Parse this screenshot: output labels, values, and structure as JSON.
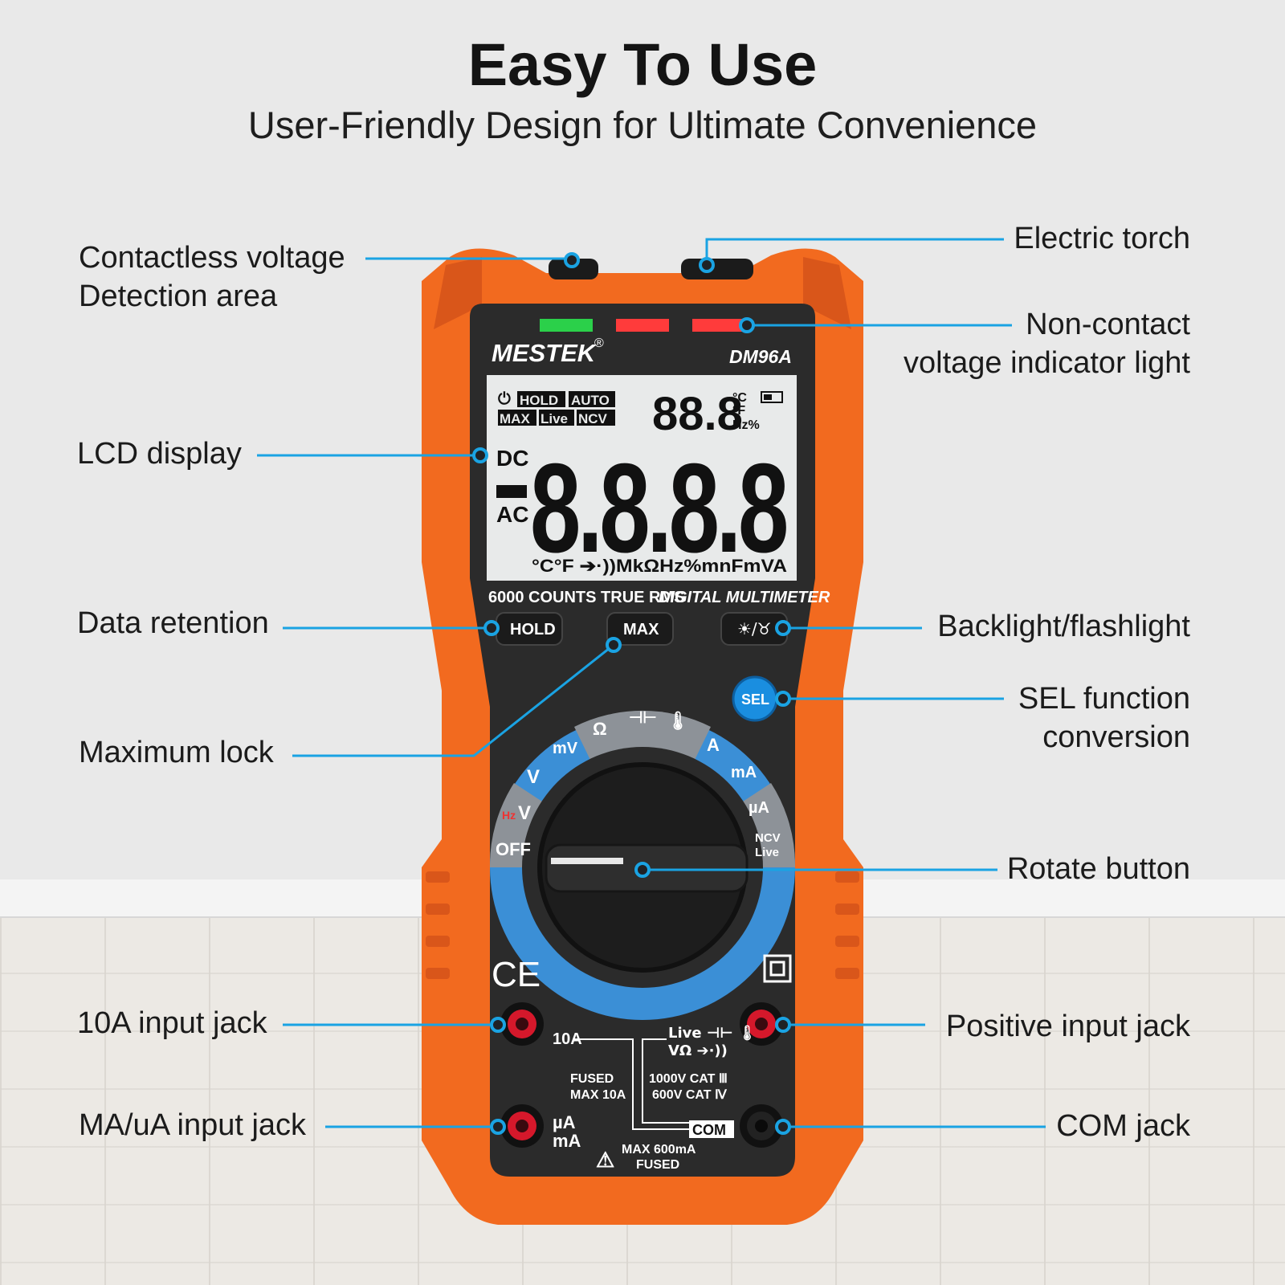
{
  "header": {
    "title": "Easy To Use",
    "subtitle": "User-Friendly Design for Ultimate Convenience"
  },
  "callouts": {
    "contactless_line1": "Contactless voltage",
    "contactless_line2": "Detection area",
    "torch": "Electric torch",
    "ncv_line1": "Non-contact",
    "ncv_line2": "voltage indicator light",
    "lcd": "LCD display",
    "hold": "Data retention",
    "backlight": "Backlight/flashlight",
    "sel_line1": "SEL function",
    "sel_line2": "conversion",
    "max": "Maximum lock",
    "rotate": "Rotate button",
    "jack_10a": "10A input jack",
    "jack_pos": "Positive input jack",
    "jack_ma": "MA/uA input jack",
    "jack_com": "COM jack"
  },
  "device": {
    "brand": "MESTEK",
    "registered": "®",
    "model": "DM96A",
    "spec_line": "6000 COUNTS  TRUE RMS",
    "spec_italic": "DIGITAL MULTIMETER",
    "lcd": {
      "flag_hold": "HOLD",
      "flag_auto": "AUTO",
      "flag_max": "MAX",
      "flag_live": "Live",
      "flag_ncv": "NCV",
      "small_digits": "88.8",
      "unit_c": "°C",
      "unit_f": "°F",
      "unit_hz": "Hz%",
      "main_digits": "8.8.8.8",
      "dc": "DC",
      "ac": "AC",
      "bottom_units": "°C°F ➔·))MkΩHz%mnFmVA"
    },
    "buttons": {
      "hold": "HOLD",
      "max": "MAX",
      "light": "☀/♉",
      "sel": "SEL"
    },
    "dial": {
      "off": "OFF",
      "v_ac": "V",
      "v_dc": "V",
      "mv": "mV",
      "ohm": "Ω",
      "cap": "⊣⊢",
      "temp": "🌡",
      "a": "A",
      "ma": "mA",
      "ua": "µA",
      "ncv": "NCV",
      "live": "Live",
      "hz": "Hz"
    },
    "terminals": {
      "label_10a": "10A",
      "label_live": "Live ⊣⊢ 🌡",
      "label_vohm": "VΩ ➔·))",
      "fused": "FUSED",
      "max10a": "MAX 10A",
      "cat1": "1000V CAT Ⅲ",
      "cat2": "600V CAT Ⅳ",
      "ua": "µA",
      "ma": "mA",
      "com": "COM",
      "max600": "MAX 600mA",
      "fused2": "FUSED"
    },
    "ce": "CE"
  },
  "colors": {
    "orange": "#f26a1f",
    "body": "#2b2b2b",
    "blue": "#1aa3e3",
    "lcd": "#e8eaea",
    "led_green": "#2bd04a",
    "led_red": "#ff3b3b",
    "jack_red": "#d5182b"
  }
}
